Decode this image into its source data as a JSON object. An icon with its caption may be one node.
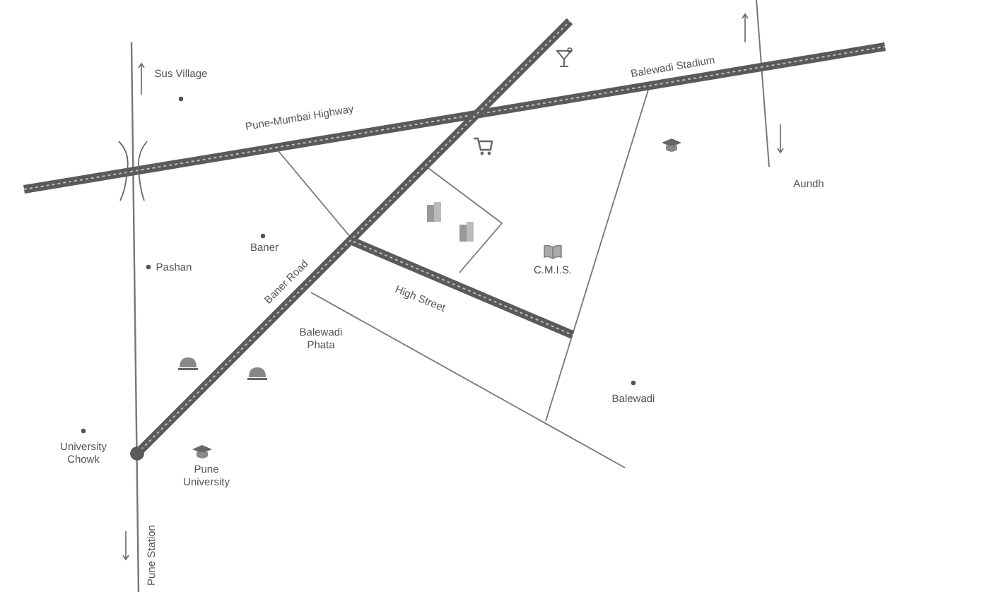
{
  "diagram": {
    "labels": [
      "Sus Village",
      "Pune-Mumbai Highway",
      "Balewadi Stadium",
      "Aundh",
      "Baner",
      "Pashan",
      "High Street",
      "C.M.I.S.",
      "Baner Road",
      "Balewadi Phata",
      "University Chowk",
      "Pune University",
      "Balewadi",
      "Pune Station"
    ]
  }
}
